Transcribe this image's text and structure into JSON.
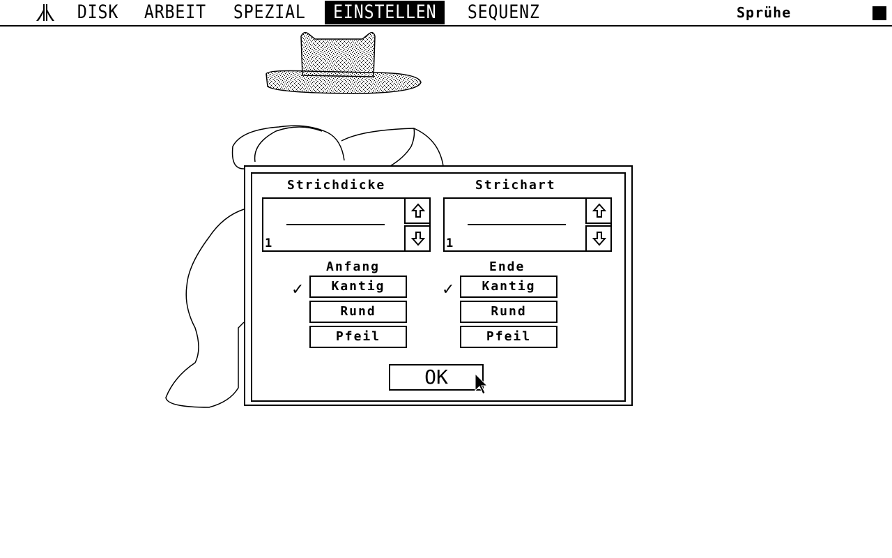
{
  "menubar": {
    "logo_icon": "atari-logo-icon",
    "items": [
      "DISK",
      "ARBEIT",
      "SPEZIAL",
      "EINSTELLEN",
      "SEQUENZ"
    ],
    "active_item": "EINSTELLEN",
    "tool_name": "Sprühe"
  },
  "dialog": {
    "line_width": {
      "heading": "Strichdicke",
      "value": "1"
    },
    "line_style": {
      "heading": "Strichart",
      "value": "1"
    },
    "start": {
      "heading": "Anfang",
      "options": [
        "Kantig",
        "Rund",
        "Pfeil"
      ],
      "selected": "Kantig"
    },
    "end": {
      "heading": "Ende",
      "options": [
        "Kantig",
        "Rund",
        "Pfeil"
      ],
      "selected": "Kantig"
    },
    "check_mark": "✓",
    "ok_label": "OK"
  },
  "colors": {
    "foreground": "#000000",
    "background": "#ffffff"
  }
}
